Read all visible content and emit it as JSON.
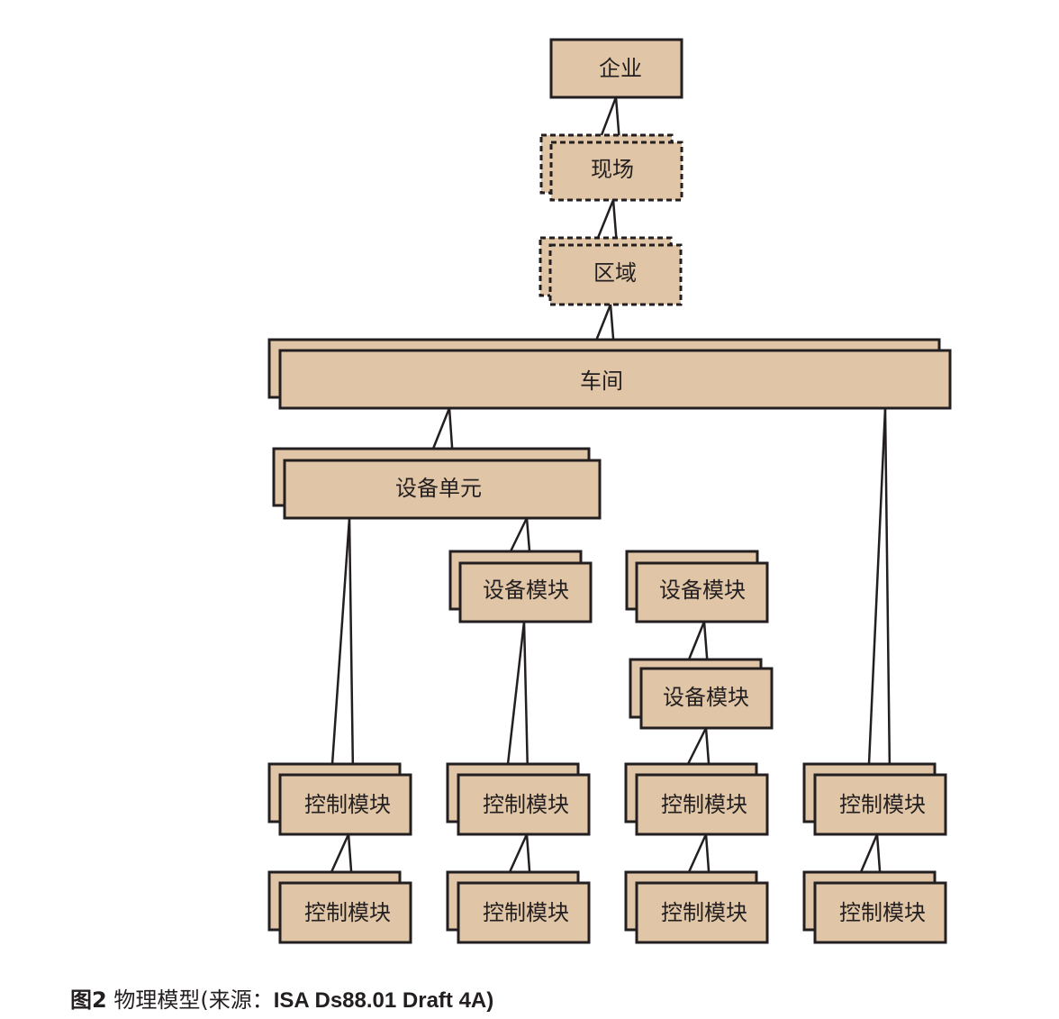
{
  "nodes": {
    "enterprise": "企业",
    "site": "现场",
    "area": "区域",
    "workshop": "车间",
    "unit": "设备单元",
    "em_1": "设备模块",
    "em_2": "设备模块",
    "em_3": "设备模块",
    "cm_1a": "控制模块",
    "cm_1b": "控制模块",
    "cm_2a": "控制模块",
    "cm_2b": "控制模块",
    "cm_3a": "控制模块",
    "cm_3b": "控制模块",
    "cm_4a": "控制模块",
    "cm_4b": "控制模块"
  },
  "caption": {
    "figure_number": "图2",
    "title": " 物理模型(来源：",
    "source": "ISA Ds88.01 Draft 4A)"
  },
  "colors": {
    "box_fill": "#e0c6a6",
    "stroke": "#231f20"
  }
}
